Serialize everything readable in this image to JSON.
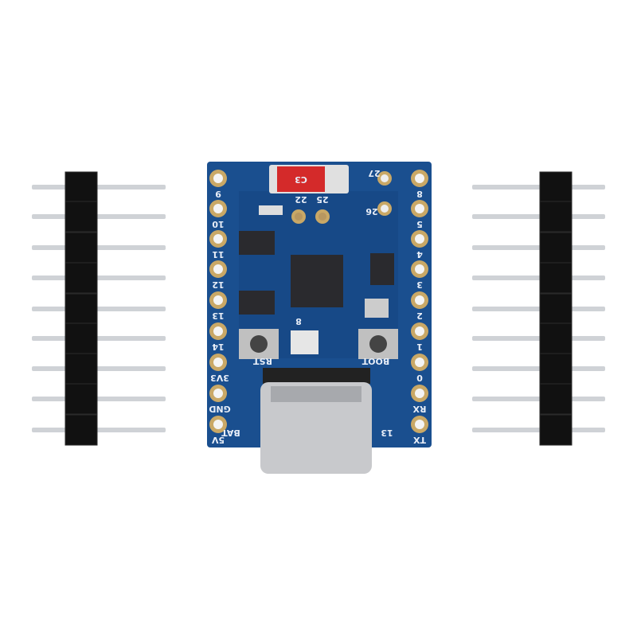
{
  "colors": {
    "pcb": "#1a4f8f",
    "pcb_dark": "#123a6c",
    "gold": "#c9a866",
    "header_plastic": "#111111",
    "pin": "#cfd2d6",
    "silk": "#e8eef8",
    "chip": "#2a2a2e",
    "usb": "#c8c9cc",
    "red_pad": "#d42a2a"
  },
  "board": {
    "logo": "C3",
    "left_pins": [
      "9",
      "10",
      "11",
      "12",
      "13",
      "14",
      "3V3",
      "GND",
      "5V"
    ],
    "right_pins": [
      "8",
      "5",
      "4",
      "3",
      "2",
      "1",
      "0",
      "RX",
      "TX"
    ],
    "extra_labels": [
      "27",
      "22",
      "25",
      "26",
      "8",
      "RST",
      "BOOT",
      "BAT",
      "13"
    ]
  },
  "headers": {
    "pin_count": 9,
    "count": 2
  }
}
